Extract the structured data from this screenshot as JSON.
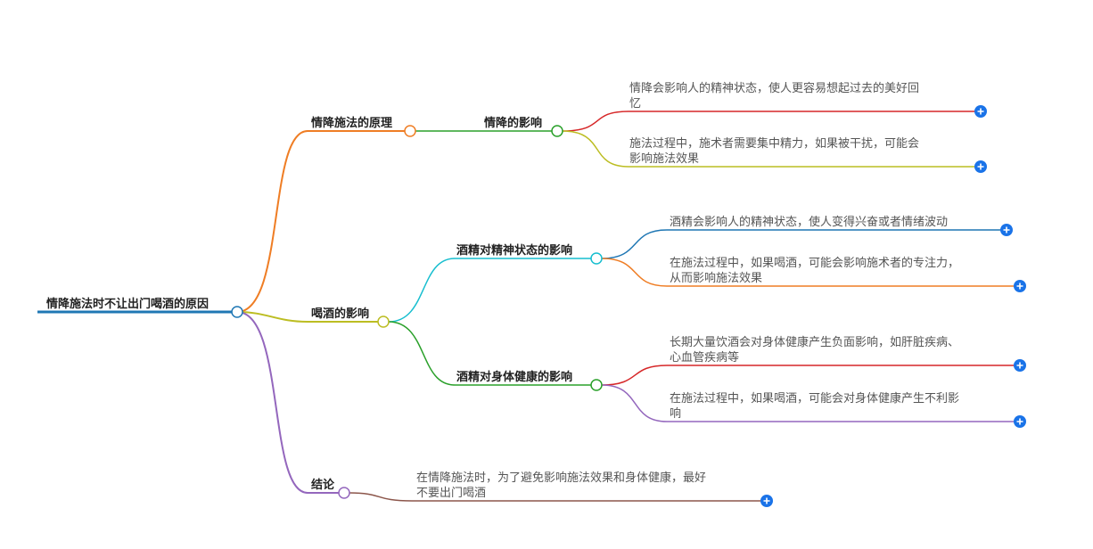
{
  "mindmap": {
    "root": {
      "label": "情降施法时不让出门喝酒的原因"
    },
    "branches": [
      {
        "label": "情降施法的原理",
        "color": "#ef7d24",
        "children": [
          {
            "label": "情降的影响",
            "color": "#2aa02a",
            "leaves": [
              {
                "lines": [
                  "情降会影响人的精神状态，使人更容易想起过去的美好回",
                  "忆"
                ],
                "color": "#d62728"
              },
              {
                "lines": [
                  "施法过程中，施术者需要集中精力，如果被干扰，可能会",
                  "影响施法效果"
                ],
                "color": "#bcbd22"
              }
            ]
          }
        ]
      },
      {
        "label": "喝酒的影响",
        "color": "#bcbd22",
        "children": [
          {
            "label": "酒精对精神状态的影响",
            "color": "#17becf",
            "leaves": [
              {
                "lines": [
                  "酒精会影响人的精神状态，使人变得兴奋或者情绪波动"
                ],
                "color": "#1f77b4"
              },
              {
                "lines": [
                  "在施法过程中，如果喝酒，可能会影响施术者的专注力，",
                  "从而影响施法效果"
                ],
                "color": "#ef7d24"
              }
            ]
          },
          {
            "label": "酒精对身体健康的影响",
            "color": "#2aa02a",
            "leaves": [
              {
                "lines": [
                  "长期大量饮酒会对身体健康产生负面影响，如肝脏疾病、",
                  "心血管疾病等"
                ],
                "color": "#d62728"
              },
              {
                "lines": [
                  "在施法过程中，如果喝酒，可能会对身体健康产生不利影",
                  "响"
                ],
                "color": "#9467bd"
              }
            ]
          }
        ]
      },
      {
        "label": "结论",
        "color": "#9467bd",
        "leaves": [
          {
            "lines": [
              "在情降施法时，为了避免影响施法效果和身体健康，最好",
              "不要出门喝酒"
            ],
            "color": "#8c564b"
          }
        ]
      }
    ],
    "colors": {
      "root_line": "#1f77b4",
      "root_circle": "#1f77b4",
      "expand_button": "#1a73e8"
    },
    "icons": {
      "expand": "plus-circle-icon"
    }
  }
}
